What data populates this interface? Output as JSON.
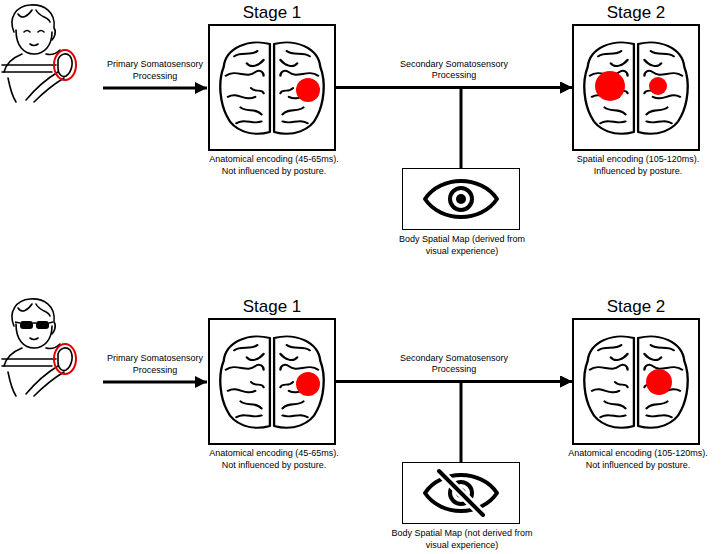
{
  "diagram": {
    "nodes": [
      {
        "text": [
          "Stage 1",
          "Anatomical encoding (45-65ms). Not influenced by posture."
        ]
      },
      {
        "text": [
          "Stage 2",
          "Spatial encoding (105-120ms). Influenced by posture."
        ]
      },
      {
        "text": [
          "Body Spatial Map (derived from visual experience)"
        ]
      },
      {
        "text": [
          "Stage 1",
          "Anatomical encoding (45-65ms). Not influenced by posture."
        ]
      },
      {
        "text": [
          "Stage 2",
          "Anatomical encoding (105-120ms). Not influenced by posture."
        ]
      },
      {
        "text": [
          "Body Spatial Map (not derived from visual experience)"
        ]
      }
    ],
    "edges": [
      {
        "from": 0,
        "to": 1,
        "label": "Secondary Somatosensory Processing",
        "arrow": "to"
      },
      {
        "from": 2,
        "to": 1,
        "arrow": "to"
      },
      {
        "from": 3,
        "to": 4,
        "label": "Secondary Somatosensory Processing",
        "arrow": "to"
      },
      {
        "from": 5,
        "to": 4,
        "arrow": "to"
      }
    ],
    "labels": [
      "Primary Somatosensory Processing",
      "Primary Somatosensory Processing"
    ]
  }
}
